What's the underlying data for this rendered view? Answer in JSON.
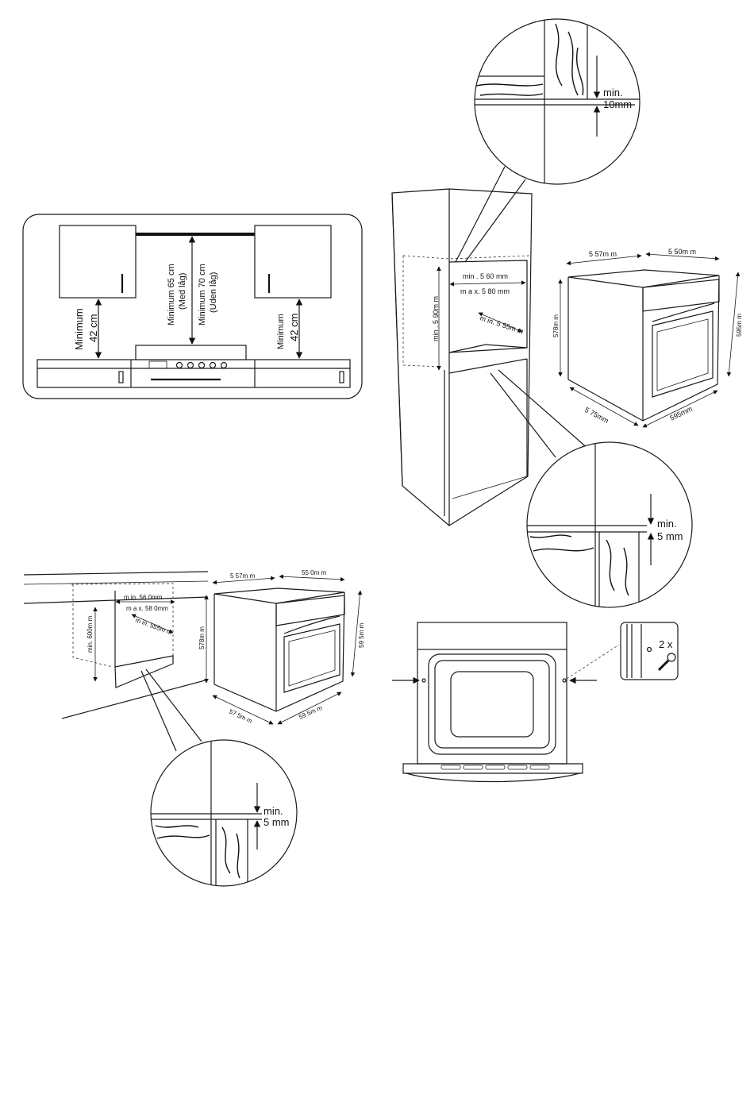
{
  "hob_panel": {
    "left_clearance": "Minimum",
    "left_clearance_value": "42 cm",
    "right_clearance": "Minimum",
    "right_clearance_value": "42 cm",
    "hood_min_1": "Minimum 65 cm",
    "hood_min_1_note": "(Med låg)",
    "hood_min_2": "Minimum 70 cm",
    "hood_min_2_note": "(Uden låg)"
  },
  "tall_cabinet": {
    "top_gap_min": "min.",
    "top_gap_value": "10mm",
    "bottom_gap_min": "min.",
    "bottom_gap_value": "5  mm",
    "width_min": "min . 5 60 mm",
    "width_max": "m a x. 5 80 mm",
    "height_min": "min . 5 90m m",
    "depth_min": "m in. 5 55m m"
  },
  "oven_top_right": {
    "depth_top": "5 57m m",
    "width_top": "5 50m m",
    "height_front": "595m m",
    "height_side": "578m m",
    "depth_bottom": "5 75mm",
    "width_bottom": "595mm"
  },
  "under_counter": {
    "width_min": "m in. 56 0mm",
    "width_max": "m a x. 58 0mm",
    "depth_min": "m in.  555m m",
    "height_min": "min.  600m m",
    "gap_min": "min.",
    "gap_value": "5  mm"
  },
  "oven_bottom_left": {
    "depth_top": "5 57m m",
    "width_top": "55 0m m",
    "height_side": "578m m",
    "height_front": "59 5m m",
    "depth_bottom": "57 5m m",
    "width_bottom": "59 5m m"
  },
  "fixing": {
    "screw_count": "2 x"
  }
}
